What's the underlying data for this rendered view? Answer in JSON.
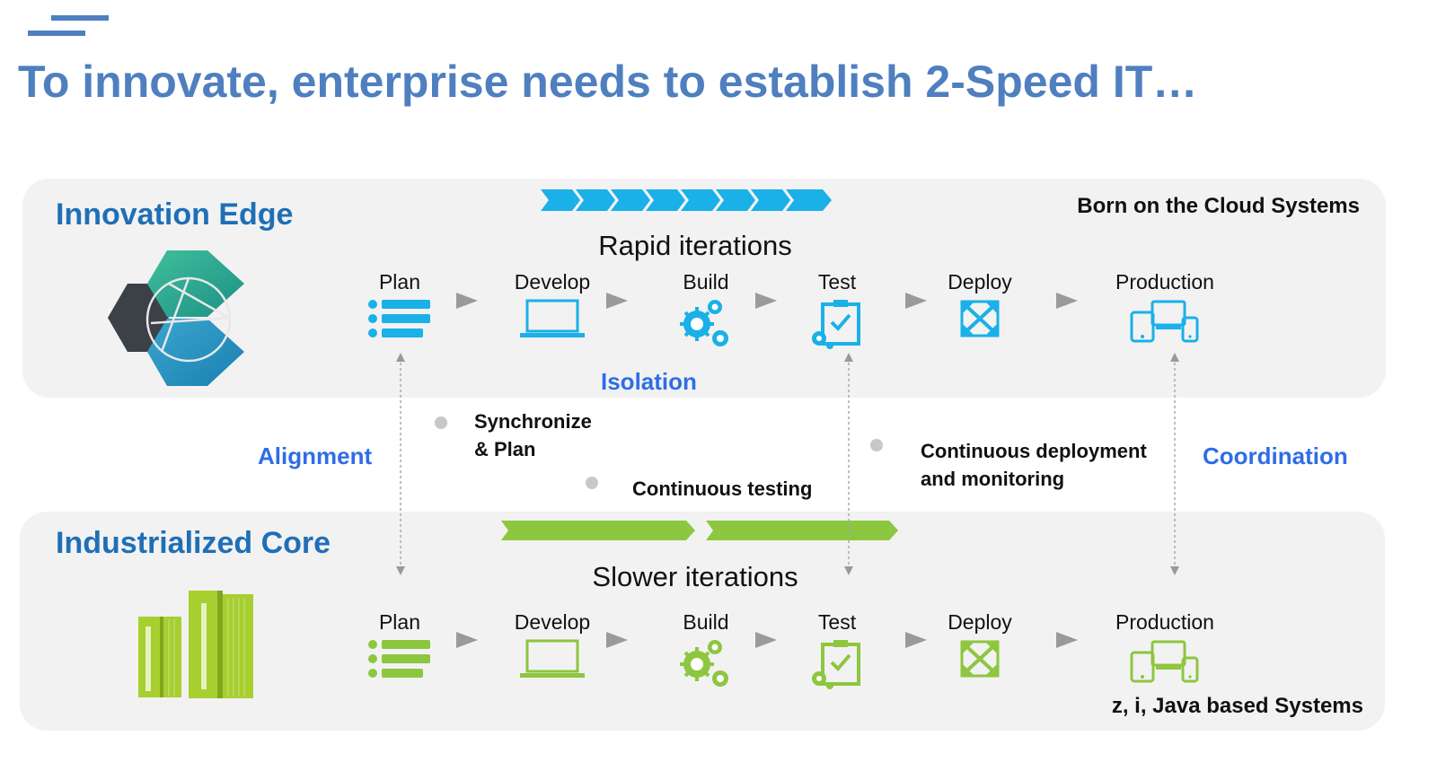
{
  "title": "To innovate, enterprise needs to establish 2-Speed IT…",
  "colors": {
    "title": "#4f7fbf",
    "band_title": "#1f6fb7",
    "accent_blue": "#2f6de6",
    "cyan": "#1ab0e8",
    "green": "#8dc63f",
    "band_bg": "#f2f2f2"
  },
  "innovation_edge": {
    "title": "Innovation Edge",
    "note": "Born on the Cloud Systems",
    "iterations_label": "Rapid iterations",
    "icon_color": "#1ab0e8",
    "steps": [
      {
        "label": "Plan",
        "icon": "list-icon"
      },
      {
        "label": "Develop",
        "icon": "laptop-icon"
      },
      {
        "label": "Build",
        "icon": "gears-icon"
      },
      {
        "label": "Test",
        "icon": "clipboard-check-icon"
      },
      {
        "label": "Deploy",
        "icon": "expand-arrows-icon"
      },
      {
        "label": "Production",
        "icon": "devices-icon"
      }
    ]
  },
  "industrialized_core": {
    "title": "Industrialized Core",
    "note": "z, i, Java based Systems",
    "iterations_label": "Slower iterations",
    "icon_color": "#8dc63f",
    "steps": [
      {
        "label": "Plan",
        "icon": "list-icon"
      },
      {
        "label": "Develop",
        "icon": "laptop-icon"
      },
      {
        "label": "Build",
        "icon": "gears-icon"
      },
      {
        "label": "Test",
        "icon": "clipboard-check-icon"
      },
      {
        "label": "Deploy",
        "icon": "expand-arrows-icon"
      },
      {
        "label": "Production",
        "icon": "devices-icon"
      }
    ]
  },
  "middle": {
    "isolation": "Isolation",
    "alignment": "Alignment",
    "coordination": "Coordination",
    "bullets": [
      {
        "line1": "Synchronize",
        "line2": "& Plan"
      },
      {
        "line1": "Continuous testing",
        "line2": ""
      },
      {
        "line1": "Continuous deployment",
        "line2": "and monitoring"
      }
    ]
  }
}
